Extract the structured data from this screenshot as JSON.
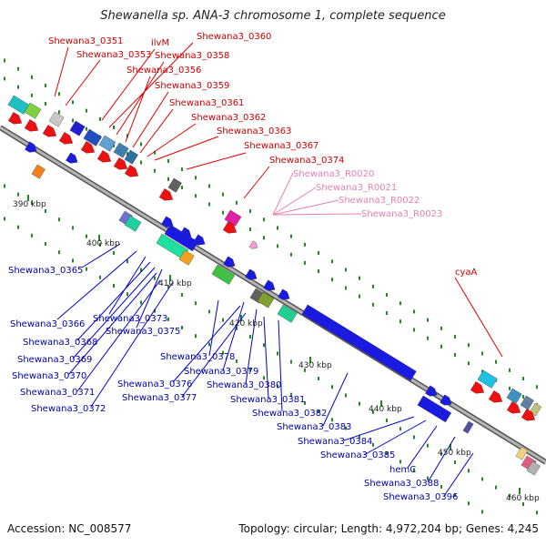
{
  "title": "Shewanella sp. ANA-3 chromosome 1, complete sequence",
  "footer": {
    "accession": "Accession: NC_008577",
    "topology": "Topology: circular; Length: 4,972,204 bp; Genes: 4,245"
  },
  "colors": {
    "top_labels": "#cc0000",
    "rna_labels": "#e87fb0",
    "bottom_labels": "#0000aa",
    "backbone": "#8a8a8a",
    "ticks": "#1f8a1f"
  },
  "top_labels": [
    "Shewana3_0351",
    "Shewana3_0353",
    "ilvM",
    "Shewana3_0360",
    "Shewana3_0358",
    "Shewana3_0356",
    "Shewana3_0359",
    "Shewana3_0361",
    "Shewana3_0362",
    "Shewana3_0363",
    "Shewana3_0367",
    "Shewana3_0374",
    "cyaA"
  ],
  "rna_labels": [
    "Shewana3_R0020",
    "Shewana3_R0021",
    "Shewana3_R0022",
    "Shewana3_R0023"
  ],
  "bottom_labels": [
    "Shewana3_0365",
    "Shewana3_0366",
    "Shewana3_0373",
    "Shewana3_0368",
    "Shewana3_0375",
    "Shewana3_0369",
    "Shewana3_0370",
    "Shewana3_0378",
    "Shewana3_0371",
    "Shewana3_0379",
    "Shewana3_0376",
    "Shewana3_0380",
    "Shewana3_0372",
    "Shewana3_0377",
    "Shewana3_0381",
    "Shewana3_0382",
    "Shewana3_0383",
    "Shewana3_0384",
    "Shewana3_0385",
    "hemC",
    "Shewana3_0388",
    "Shewana3_0396"
  ],
  "kbp_labels": [
    "390 kbp",
    "400 kbp",
    "410 kbp",
    "420 kbp",
    "430 kbp",
    "440 kbp",
    "450 kbp",
    "460 kbp"
  ]
}
